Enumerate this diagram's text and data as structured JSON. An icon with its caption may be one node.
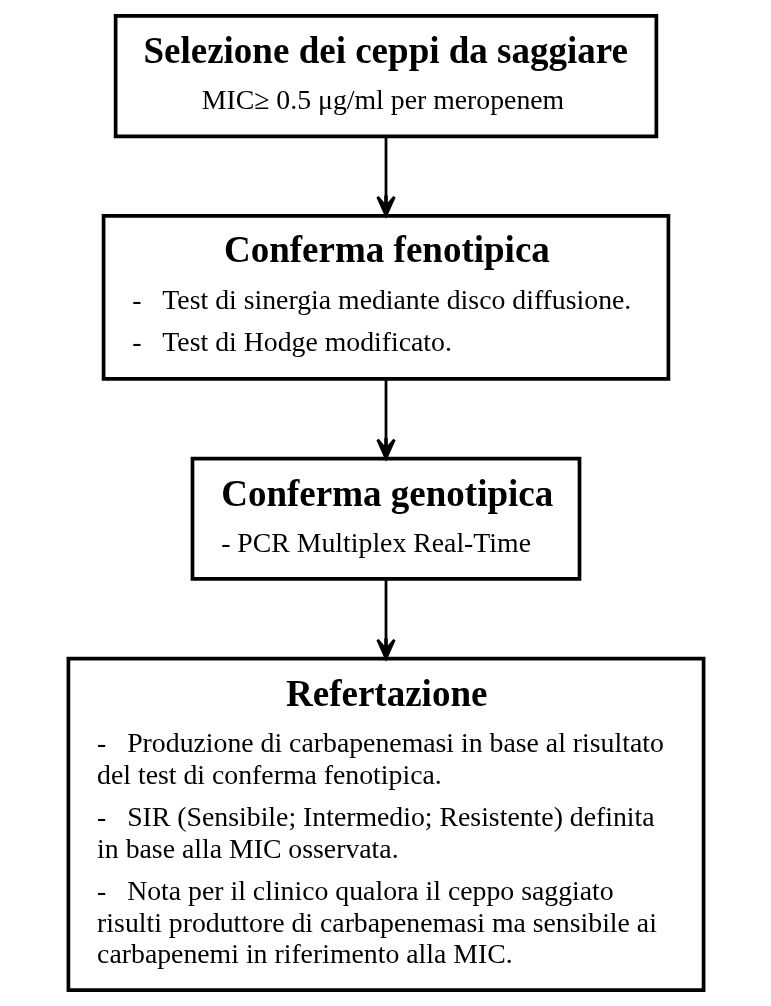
{
  "diagram": {
    "nodes": [
      {
        "text": [
          "Selezione dei ceppi da saggiare",
          "MIC≥ 0.5 μg/ml per meropenem"
        ]
      },
      {
        "text": [
          "Conferma fenotipica",
          "-   Test di sinergia mediante disco diffusione.",
          "-   Test di Hodge modificato."
        ]
      },
      {
        "text": [
          "Conferma genotipica",
          "- PCR Multiplex Real-Time"
        ]
      },
      {
        "text": [
          "Refertazione",
          "-   Produzione di carbapenemasi in base al risultato del test di conferma fenotipica.",
          "-   SIR (Sensibile; Intermedio; Resistente) definita in base alla MIC osservata.",
          "-   Nota per il clinico qualora il ceppo saggiato risulti produttore di carbapenemasi ma sensibile ai carbapenemi in riferimento alla MIC."
        ]
      }
    ],
    "edges": [
      {
        "from": 0,
        "to": 1,
        "arrow": "to"
      },
      {
        "from": 1,
        "to": 2,
        "arrow": "to"
      },
      {
        "from": 2,
        "to": 3,
        "arrow": "to"
      }
    ]
  }
}
